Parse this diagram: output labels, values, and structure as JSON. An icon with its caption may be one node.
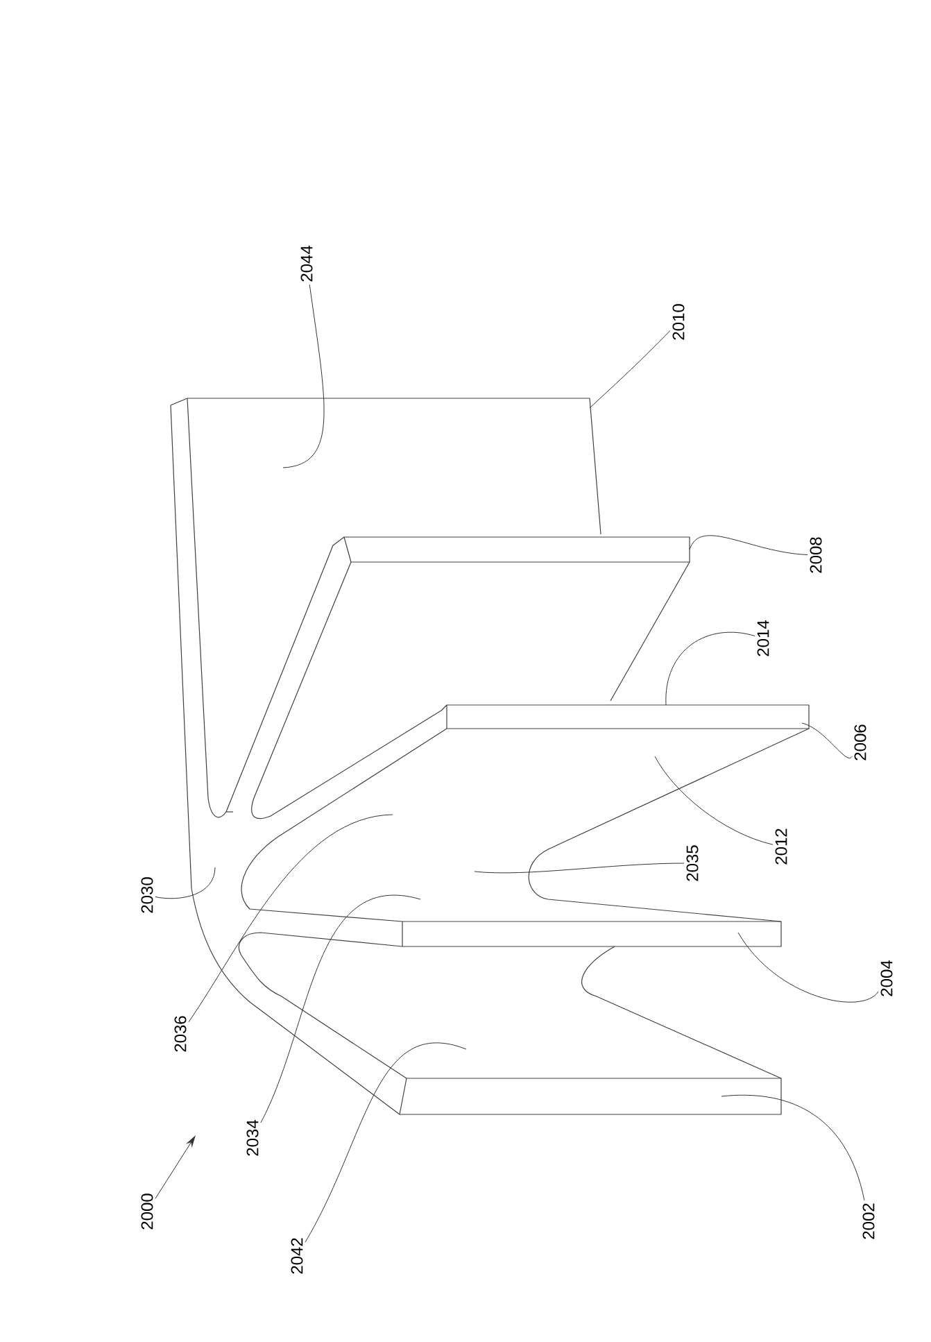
{
  "diagram": {
    "nodes": [
      {
        "text": [
          "2044"
        ]
      },
      {
        "text": [
          "2010"
        ]
      },
      {
        "text": [
          "2008"
        ]
      },
      {
        "text": [
          "2014"
        ]
      },
      {
        "text": [
          "2006"
        ]
      },
      {
        "text": [
          "2012"
        ]
      },
      {
        "text": [
          "2035"
        ]
      },
      {
        "text": [
          "2030"
        ]
      },
      {
        "text": [
          "2004"
        ]
      },
      {
        "text": [
          "2036"
        ]
      },
      {
        "text": [
          "2034"
        ]
      },
      {
        "text": [
          "2002"
        ]
      },
      {
        "text": [
          "2000"
        ]
      },
      {
        "text": [
          "2042"
        ]
      }
    ],
    "edges": [
      {
        "from": 0,
        "to": null,
        "arrow": "none"
      },
      {
        "from": 1,
        "to": null,
        "arrow": "none"
      },
      {
        "from": 2,
        "to": null,
        "arrow": "none"
      },
      {
        "from": 3,
        "to": null,
        "arrow": "none"
      },
      {
        "from": 4,
        "to": null,
        "arrow": "none"
      },
      {
        "from": 5,
        "to": null,
        "arrow": "none"
      },
      {
        "from": 6,
        "to": null,
        "arrow": "none"
      },
      {
        "from": 7,
        "to": null,
        "arrow": "none"
      },
      {
        "from": 8,
        "to": null,
        "arrow": "none"
      },
      {
        "from": 9,
        "to": null,
        "arrow": "none"
      },
      {
        "from": 10,
        "to": null,
        "arrow": "none"
      },
      {
        "from": 11,
        "to": null,
        "arrow": "none"
      },
      {
        "from": 12,
        "to": null,
        "arrow": "to"
      },
      {
        "from": 13,
        "to": null,
        "arrow": "none"
      }
    ]
  }
}
